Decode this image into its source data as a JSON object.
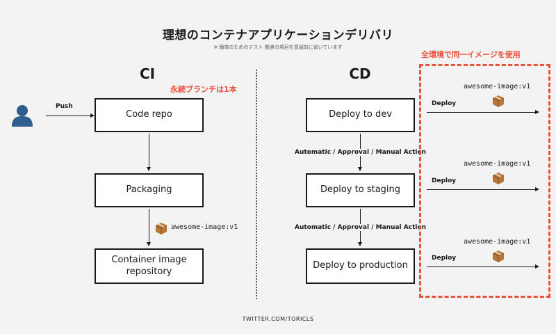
{
  "header": {
    "title": "理想のコンテナアプリケーションデリバリ",
    "subtitle": "※ 簡単のためのテスト 関連の項目を意図的に省いています"
  },
  "ci": {
    "heading": "CI",
    "note": "永続ブランチは1本",
    "push_label": "Push",
    "boxes": [
      "Code repo",
      "Packaging",
      "Container image\nrepository"
    ],
    "image_tag": "awesome-image:v1"
  },
  "cd": {
    "heading": "CD",
    "boxes": [
      "Deploy to dev",
      "Deploy to staging",
      "Deploy to production"
    ],
    "transition_labels": [
      "Automatic / Approval / Manual Action",
      "Automatic / Approval / Manual Action"
    ]
  },
  "env": {
    "note": "全環境で同一イメージを使用",
    "deploy_label": "Deploy",
    "image_tag": "awesome-image:v1"
  },
  "footer": {
    "text": "TWITTER.COM/TORICLS"
  },
  "colors": {
    "accent_red": "#e8503a",
    "user_icon": "#2f5d8c",
    "package": "#b5773a"
  }
}
